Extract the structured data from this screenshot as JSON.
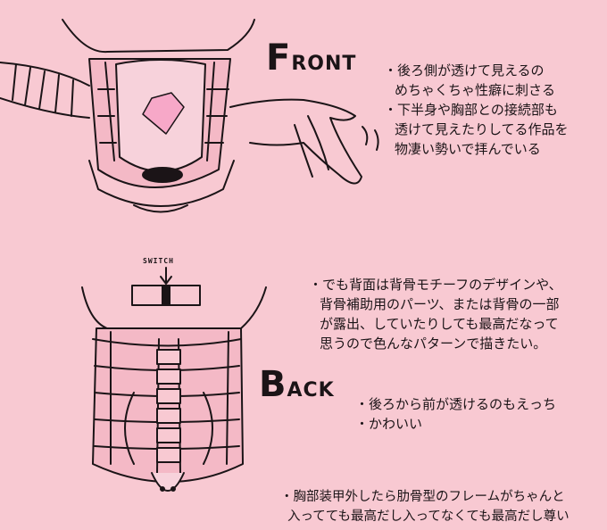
{
  "front": {
    "heading_initial": "F",
    "heading_rest": "RONT",
    "notes": [
      "・後ろ側が透けて見えるの",
      "めちゃくちゃ性癖に刺さる",
      "・下半身や胸部との接続部も",
      "透けて見えたりしてる作品を",
      "物凄い勢いで拝んでいる"
    ]
  },
  "back": {
    "switch_label": "SWITCH",
    "heading_initial": "B",
    "heading_rest": "ACK",
    "notes_top": [
      "・でも背面は背骨モチーフのデザインや、",
      "背骨補助用のパーツ、または背骨の一部",
      "が露出、していたりしても最高だなって",
      "思うので色んなパターンで描きたい。"
    ],
    "notes_middle": [
      "・後ろから前が透けるのもえっち",
      "・かわいい"
    ],
    "notes_bottom": [
      "・胸部装甲外したら肋骨型のフレームがちゃんと",
      "入ってても最高だし入ってなくても最高だし尊い"
    ]
  },
  "colors": {
    "background": "#f8c9d2",
    "line": "#1b1417",
    "body_fill": "#f4b9c6",
    "heart": "#f7a8c8"
  }
}
